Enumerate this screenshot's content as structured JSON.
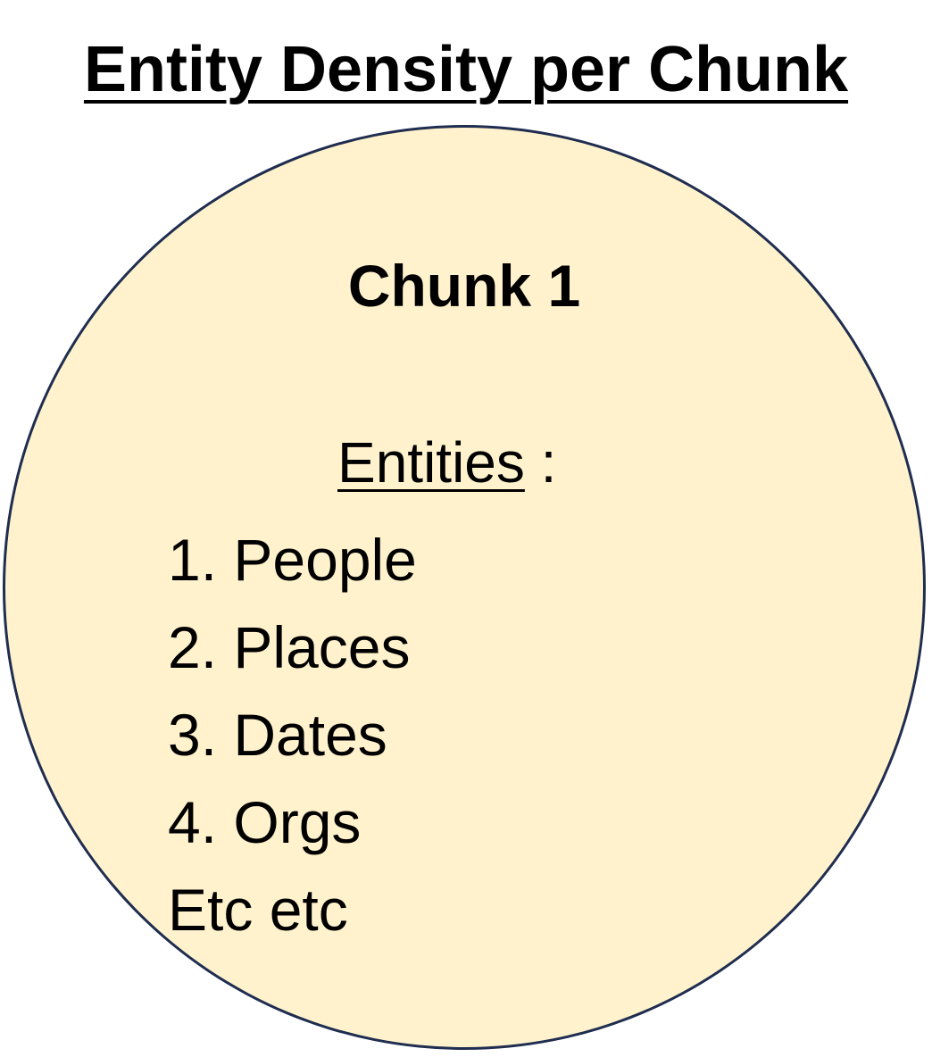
{
  "title": "Entity Density per Chunk",
  "chunk": {
    "title": "Chunk 1",
    "entities_label": "Entities",
    "entities_suffix": " :",
    "items": [
      "1. People",
      "2. Places",
      "3. Dates",
      "4. Orgs",
      "Etc etc"
    ]
  },
  "colors": {
    "circle_fill": "#FFF2CC",
    "circle_border": "#1F2D50",
    "text": "#000000"
  }
}
